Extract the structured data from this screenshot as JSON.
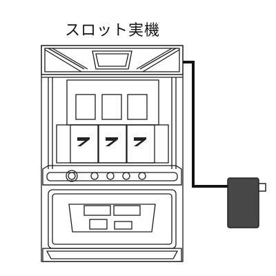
{
  "title": "スロット実機",
  "colors": {
    "line": "#1a1a1a",
    "cable": "#111111",
    "power_unit": "#474747",
    "reel_symbol": "#222222"
  },
  "reels": {
    "count": 3,
    "symbol": "seven-symbol"
  }
}
